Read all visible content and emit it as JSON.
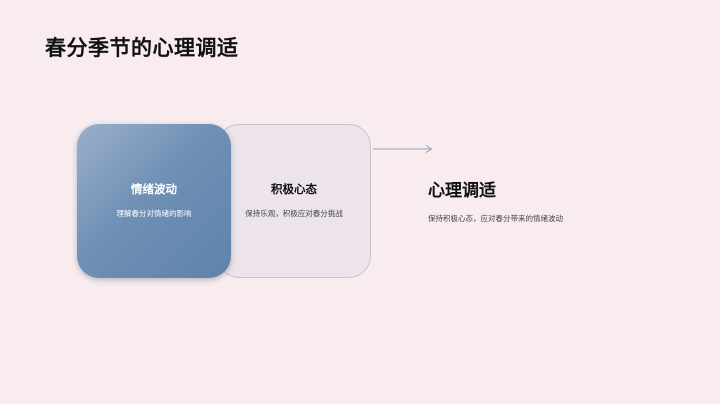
{
  "slide": {
    "title": "春分季节的心理调适",
    "background_color": "#f8ecee",
    "cards": [
      {
        "title": "情绪波动",
        "description": "理解春分对情绪的影响",
        "style": "gradient-blue",
        "colors": [
          "#9bb0cb",
          "#5f83ab"
        ]
      },
      {
        "title": "积极心态",
        "description": "保持乐观，积极应对春分挑战",
        "style": "light",
        "color": "#ece4ea"
      }
    ],
    "arrow": {
      "icon": "arrow-right-icon",
      "color": "#8fa3c2"
    },
    "result": {
      "title": "心理调适",
      "description": "保持积极心态，应对春分带来的情绪波动"
    }
  }
}
